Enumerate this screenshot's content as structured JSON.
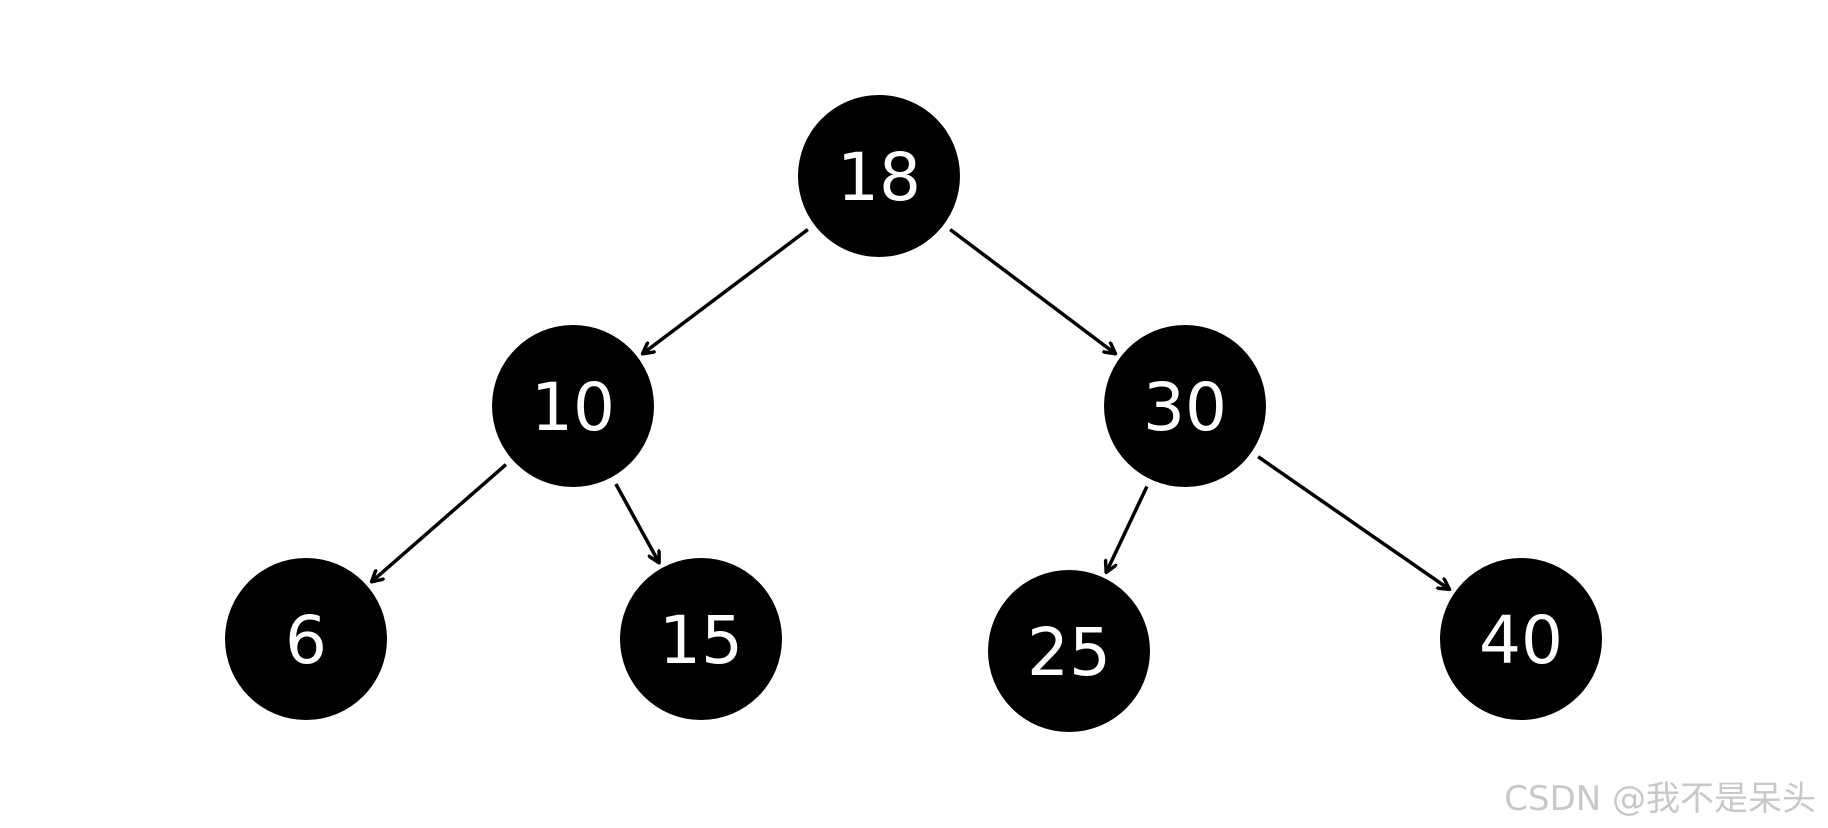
{
  "tree": {
    "nodes": [
      {
        "id": "n18",
        "label": "18"
      },
      {
        "id": "n10",
        "label": "10"
      },
      {
        "id": "n30",
        "label": "30"
      },
      {
        "id": "n6",
        "label": "6"
      },
      {
        "id": "n15",
        "label": "15"
      },
      {
        "id": "n25",
        "label": "25"
      },
      {
        "id": "n40",
        "label": "40"
      }
    ],
    "edges": [
      {
        "from": "n18",
        "to": "n10"
      },
      {
        "from": "n18",
        "to": "n30"
      },
      {
        "from": "n10",
        "to": "n6"
      },
      {
        "from": "n10",
        "to": "n15"
      },
      {
        "from": "n30",
        "to": "n25"
      },
      {
        "from": "n30",
        "to": "n40"
      }
    ]
  },
  "colors": {
    "node_fill": "#000000",
    "node_text": "#ffffff",
    "edge": "#000000",
    "watermark": "#c8c8c8"
  },
  "watermark": {
    "text": "CSDN @我不是呆头"
  }
}
